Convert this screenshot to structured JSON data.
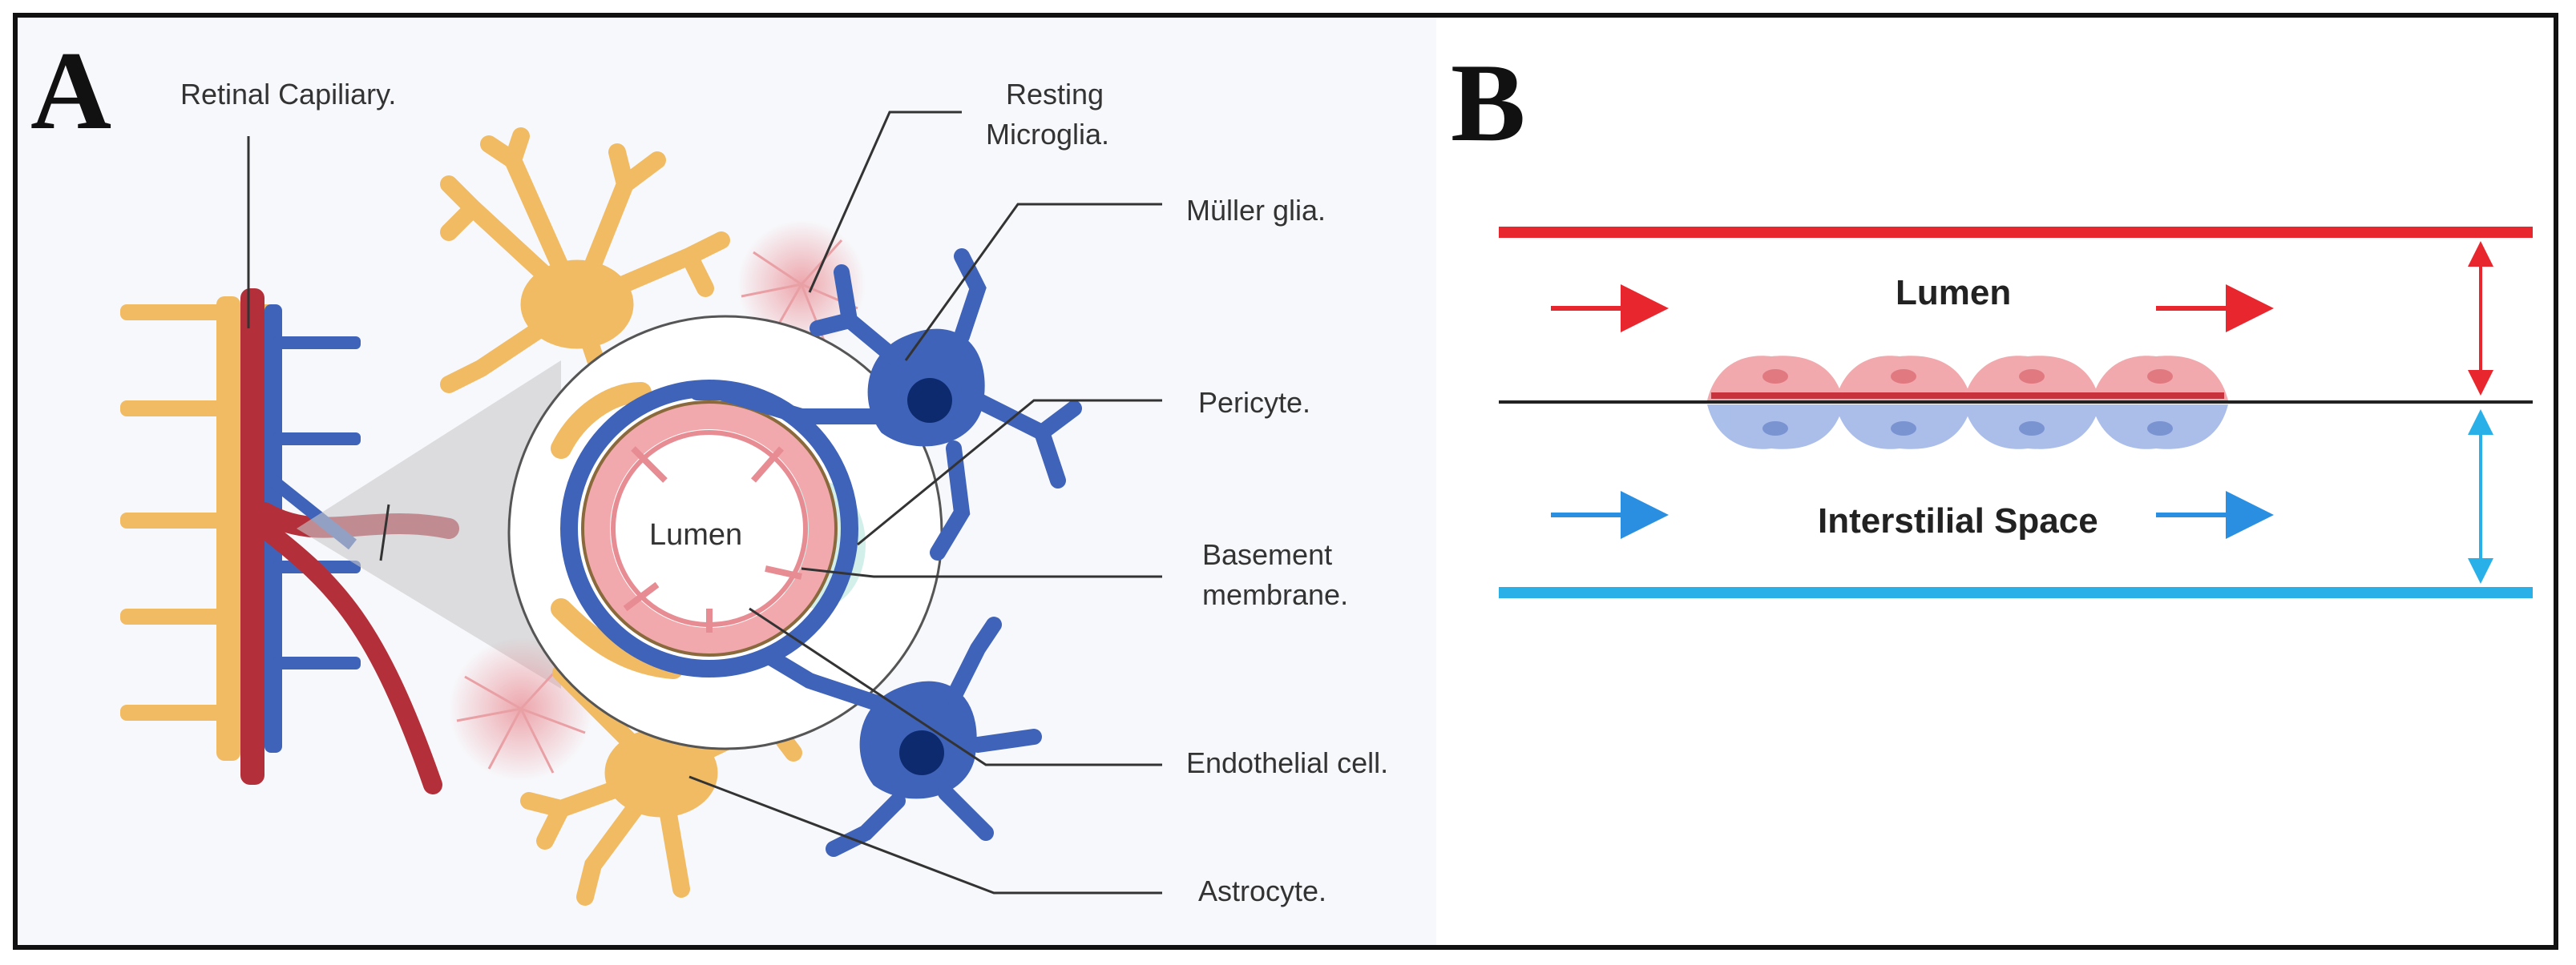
{
  "panel_a": {
    "letter": "A",
    "labels": {
      "retinal_capillary": "Retinal Capiliary.",
      "resting_microglia_1": "Resting",
      "resting_microglia_2": "Microglia.",
      "muller_glia": "Müller glia.",
      "pericyte": "Pericyte.",
      "basement_membrane_1": "Basement",
      "basement_membrane_2": "membrane.",
      "endothelial_cell": "Endothelial cell.",
      "astrocyte": "Astrocyte.",
      "lumen": "Lumen"
    }
  },
  "panel_b": {
    "letter": "B",
    "labels": {
      "lumen": "Lumen",
      "interstitial_space": "Interstilial Space"
    }
  },
  "colors": {
    "astrocyte": "#f1bb64",
    "muller": "#3f63b8",
    "vessel": "#b3303a",
    "endothelium_pink": "#f2a9ad",
    "lumen_line": "#e8262e",
    "interstitial_line": "#29b0e8",
    "arrow_red": "#e8262e",
    "arrow_blue": "#2a8fe0"
  }
}
